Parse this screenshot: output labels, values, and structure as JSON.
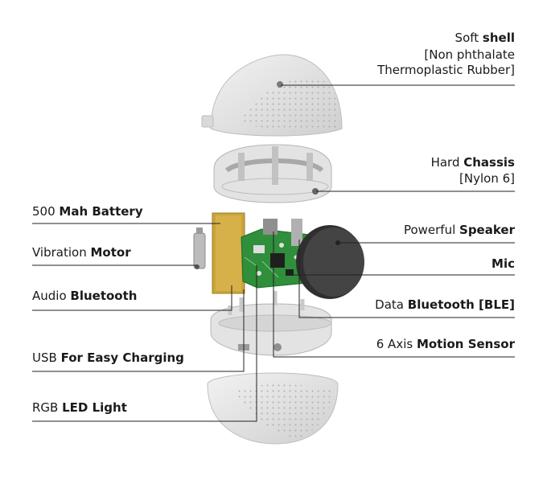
{
  "labels": {
    "soft_shell": {
      "normal": "Soft ",
      "bold": "shell"
    },
    "soft_shell_material_1": "[Non phthalate",
    "soft_shell_material_2": "Thermoplastic Rubber]",
    "hard_chassis": {
      "normal": "Hard ",
      "bold": "Chassis"
    },
    "hard_chassis_material": "[Nylon 6]",
    "battery": {
      "normal": "500 ",
      "bold": "Mah Battery"
    },
    "vibration_motor": {
      "normal": "Vibration ",
      "bold": "Motor"
    },
    "audio_bluetooth": {
      "normal": "Audio ",
      "bold": "Bluetooth"
    },
    "usb_charging": {
      "normal": "USB ",
      "bold": "For Easy Charging"
    },
    "rgb_led": {
      "normal": "RGB ",
      "bold": "LED Light"
    },
    "speaker": {
      "normal": "Powerful ",
      "bold": "Speaker"
    },
    "mic": {
      "normal": "",
      "bold": "Mic"
    },
    "data_bluetooth": {
      "normal": "Data ",
      "bold": "Bluetooth [BLE]"
    },
    "motion_sensor": {
      "normal": "6 Axis ",
      "bold": "Motion Sensor"
    }
  },
  "colors": {
    "shell": "#e6e6e6",
    "shell_shadow": "#c9c9c9",
    "battery": "#c9a53a",
    "pcb": "#2f8f3a",
    "speaker": "#3a3a3a",
    "line": "#222222"
  }
}
